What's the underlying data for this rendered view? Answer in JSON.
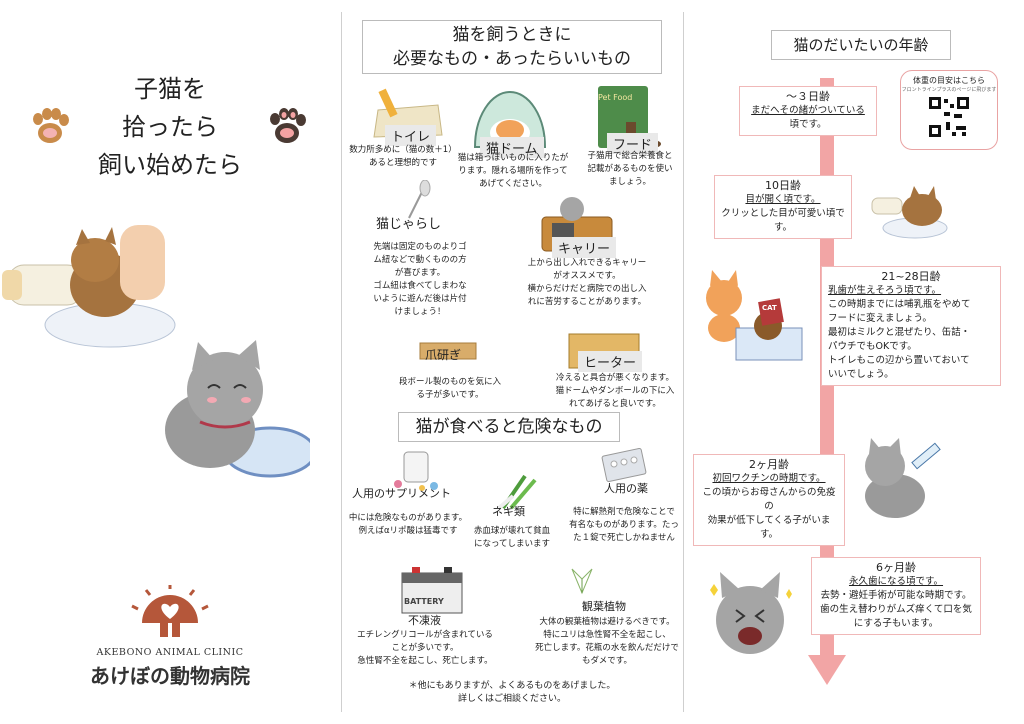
{
  "left": {
    "title_lines": [
      "子猫を",
      "拾ったら",
      "飼い始めたら"
    ],
    "clinic_en": "AKEBONO ANIMAL CLINIC",
    "clinic_jp": "あけぼの動物病院"
  },
  "middle": {
    "heading1_lines": [
      "猫を飼うときに",
      "必要なもの・あったらいいもの"
    ],
    "items": [
      {
        "label": "トイレ",
        "desc": [
          "数力所多めに（猫の数＋1）",
          "あると理想的です"
        ]
      },
      {
        "label": "猫ドーム",
        "desc": [
          "猫は箱っぽいものに入りたが",
          "ります。隠れる場所を作って",
          "あげてください。"
        ]
      },
      {
        "label": "フード",
        "desc": [
          "子猫用で総合栄養食と",
          "記載があるものを使い",
          "ましょう。"
        ],
        "bag": "Pet Food"
      },
      {
        "label": "猫じゃらし",
        "desc": [
          "先端は固定のものよりゴ",
          "ム紐などで動くものの方",
          "が喜びます。",
          "ゴム紐は食べてしまわな",
          "いように遊んだ後は片付",
          "けましょう！"
        ]
      },
      {
        "label": "キャリー",
        "desc": [
          "上から出し入れできるキャリー",
          "がオススメです。",
          "横からだけだと病院での出し入",
          "れに苦労することがあります。"
        ]
      },
      {
        "label": "爪研ぎ",
        "desc": [
          "段ボール製のものを気に入",
          "る子が多いです。"
        ]
      },
      {
        "label": "ヒーター",
        "desc": [
          "冷えると具合が悪くなります。",
          "猫ドームやダンボールの下に入",
          "れてあげると良いです。"
        ]
      }
    ],
    "heading2": "猫が食べると危険なもの",
    "dangers": [
      {
        "label": "人用のサプリメント",
        "desc": [
          "中には危険なものがあります。",
          "例えばαリポ酸は猛毒です"
        ]
      },
      {
        "label": "ネギ類",
        "desc": [
          "赤血球が壊れて貧血",
          "になってしまいます"
        ]
      },
      {
        "label": "人用の薬",
        "desc": [
          "特に解熱剤で危険なことで",
          "有名なものがあります。たっ",
          "た１錠で死亡しかねません"
        ]
      },
      {
        "label": "不凍液",
        "desc": [
          "エチレングリコールが含まれている",
          "ことが多いです。",
          "急性腎不全を起こし、死亡します。"
        ],
        "battery": "BATTERY"
      },
      {
        "label": "観葉植物",
        "desc": [
          "大体の観葉植物は避けるべきです。",
          "特にユリは急性腎不全を起こし、",
          "死亡します。花瓶の水を飲んだだけで",
          "もダメです。"
        ]
      }
    ],
    "footer": [
      "＊他にもありますが、よくあるものをあげました。",
      "詳しくはご相談ください。"
    ]
  },
  "right": {
    "heading": "猫のだいたいの年齢",
    "qr": {
      "title": "体重の目安はこちら",
      "sub": "フロントラインプラスのページに飛びます"
    },
    "stages": [
      {
        "age": "〜３日齢",
        "lines": [
          "まだへその緒がついている",
          "頃です。"
        ],
        "ul": "まだへその緒"
      },
      {
        "age": "10日齢",
        "lines": [
          "目が開く頃です。",
          "クリッとした目が可愛い頃で",
          "す。"
        ],
        "ul": "目が開く"
      },
      {
        "age": "21~28日齢",
        "lines": [
          "乳歯が生えそろう頃です。",
          "この時期までには哺乳瓶をやめて",
          "フードに変えましょう。",
          "最初はミルクと混ぜたり、缶詰・",
          "パウチでもOKです。",
          "トイレもこの辺から置いておいて",
          "いいでしょう。"
        ],
        "ul": "乳歯が生えそろう"
      },
      {
        "age": "2ヶ月齢",
        "lines": [
          "初回ワクチンの時期です。",
          "この頃からお母さんからの免疫の",
          "効果が低下してくる子がいます。"
        ],
        "ul": "初回ワクチンの時期です"
      },
      {
        "age": "6ヶ月齢",
        "lines": [
          "永久歯になる頃です。",
          "去勢・避妊手術が可能な時期です。",
          "歯の生え替わりがムズ痒くて口を気",
          "にする子もいます。"
        ],
        "ul": "永久歯になる頃です"
      }
    ],
    "cat_box": "CAT"
  },
  "colors": {
    "accent": "#e98b8b",
    "brand": "#b5573a",
    "timeline": "#f2a5a5"
  }
}
